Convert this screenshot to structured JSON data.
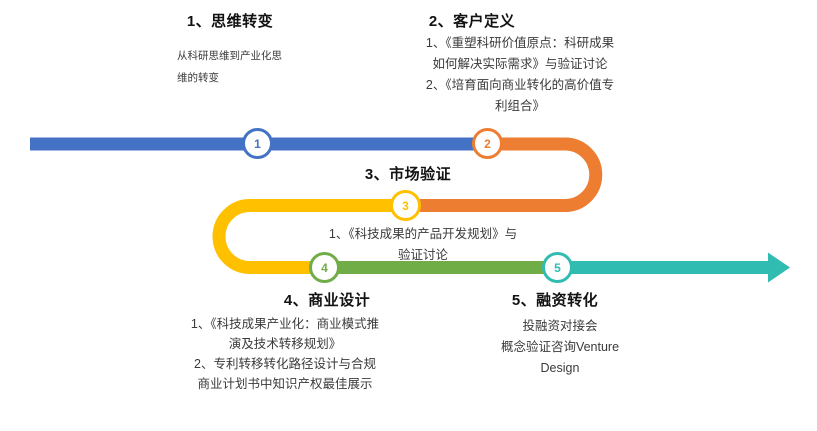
{
  "diagram": {
    "type": "process-flow-roadmap",
    "step_count": 5,
    "arrow_color": "#31BCB2"
  },
  "steps": [
    {
      "number": "1",
      "heading": "1、思维转变",
      "description": "从科研思维到产业化思\n维的转变",
      "color": "#4472C4"
    },
    {
      "number": "2",
      "heading": "2、客户定义",
      "description": "1、《重塑科研价值原点：科研成果\n如何解决实际需求》与验证讨论\n2、《培育面向商业转化的高价值专\n利组合》",
      "color": "#ED7D31"
    },
    {
      "number": "3",
      "heading": "3、市场验证",
      "description": "1、《科技成果的产品开发规划》与\n验证讨论",
      "color": "#FFC000"
    },
    {
      "number": "4",
      "heading": "4、商业设计",
      "description": "1、《科技成果产业化：商业模式推\n演及技术转移规划》\n2、专利转移转化路径设计与合规\n商业计划书中知识产权最佳展示",
      "color": "#70AD47"
    },
    {
      "number": "5",
      "heading": "5、融资转化",
      "description": "投融资对接会\n概念验证咨询Venture\nDesign",
      "color": "#31BCB2"
    }
  ]
}
